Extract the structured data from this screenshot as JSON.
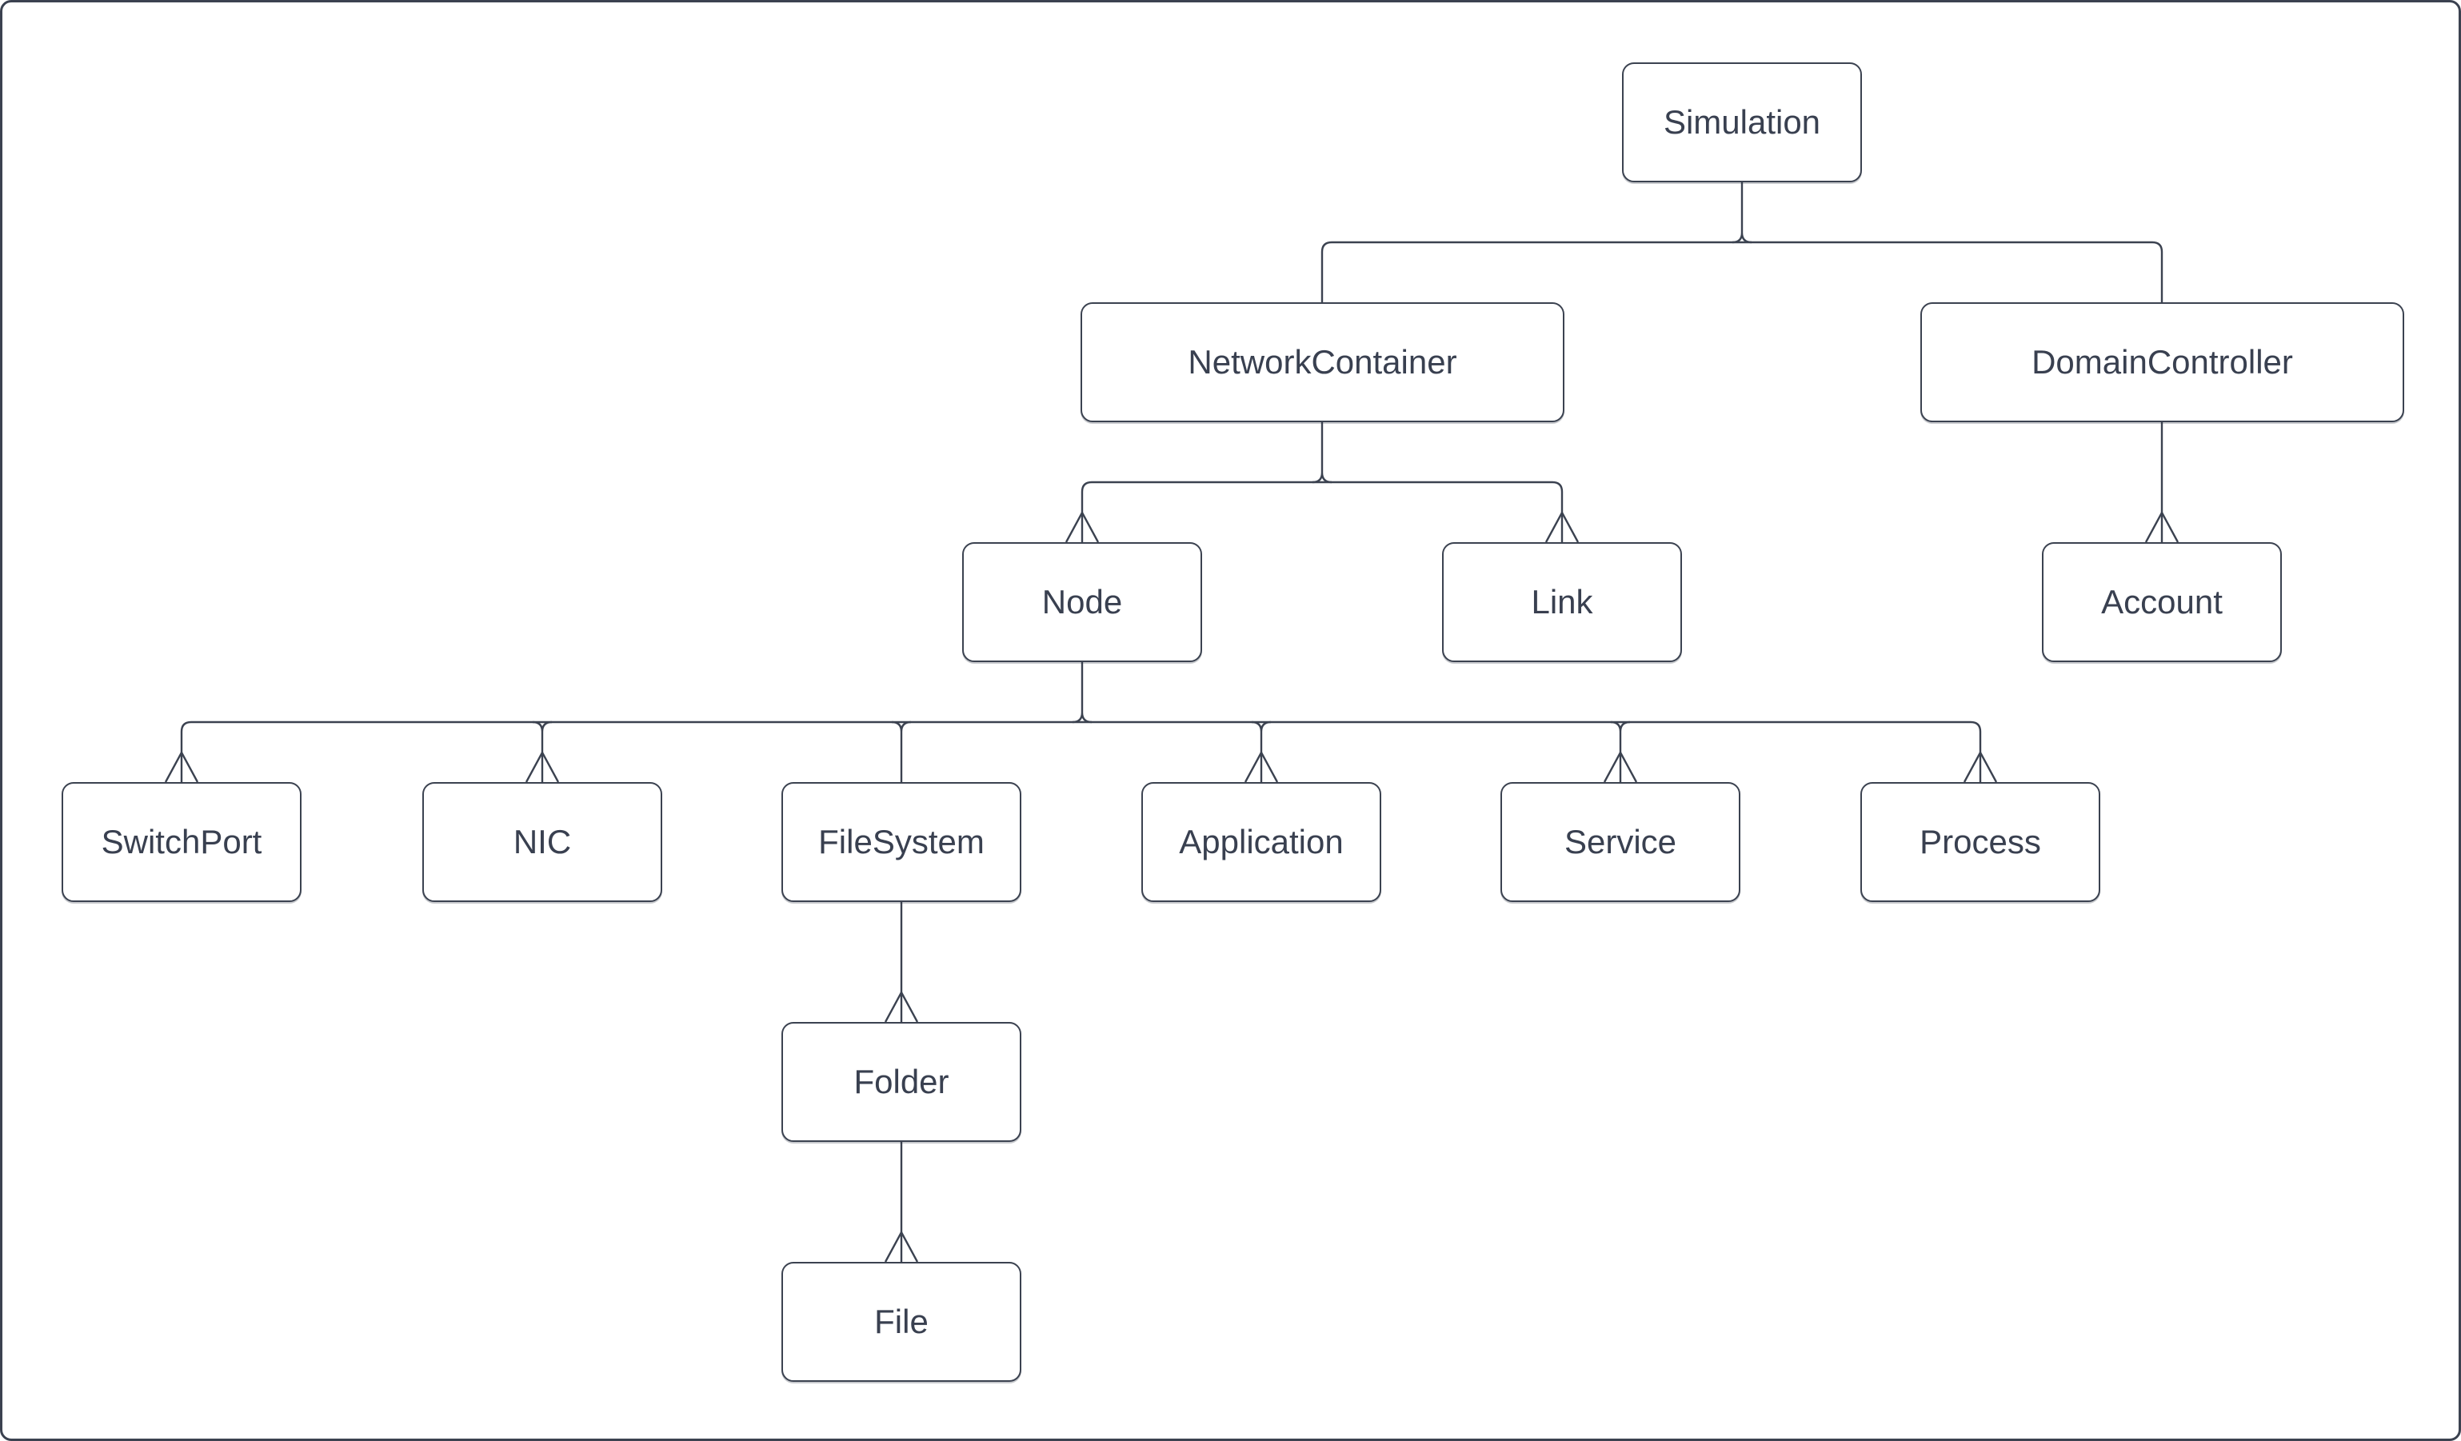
{
  "diagram": {
    "type": "hierarchy-tree",
    "nodes": {
      "simulation": {
        "label": "Simulation"
      },
      "network_container": {
        "label": "NetworkContainer"
      },
      "domain_controller": {
        "label": "DomainController"
      },
      "node": {
        "label": "Node"
      },
      "link": {
        "label": "Link"
      },
      "account": {
        "label": "Account"
      },
      "switch_port": {
        "label": "SwitchPort"
      },
      "nic": {
        "label": "NIC"
      },
      "file_system": {
        "label": "FileSystem"
      },
      "application": {
        "label": "Application"
      },
      "service": {
        "label": "Service"
      },
      "process": {
        "label": "Process"
      },
      "folder": {
        "label": "Folder"
      },
      "file": {
        "label": "File"
      }
    },
    "edges": [
      {
        "from": "Simulation",
        "to": "NetworkContainer",
        "arrowhead": false
      },
      {
        "from": "Simulation",
        "to": "DomainController",
        "arrowhead": false
      },
      {
        "from": "NetworkContainer",
        "to": "Node",
        "arrowhead": true
      },
      {
        "from": "NetworkContainer",
        "to": "Link",
        "arrowhead": true
      },
      {
        "from": "DomainController",
        "to": "Account",
        "arrowhead": true
      },
      {
        "from": "Node",
        "to": "SwitchPort",
        "arrowhead": true
      },
      {
        "from": "Node",
        "to": "NIC",
        "arrowhead": true
      },
      {
        "from": "Node",
        "to": "FileSystem",
        "arrowhead": false
      },
      {
        "from": "Node",
        "to": "Application",
        "arrowhead": true
      },
      {
        "from": "Node",
        "to": "Service",
        "arrowhead": true
      },
      {
        "from": "Node",
        "to": "Process",
        "arrowhead": true
      },
      {
        "from": "FileSystem",
        "to": "Folder",
        "arrowhead": true
      },
      {
        "from": "Folder",
        "to": "File",
        "arrowhead": true
      }
    ],
    "colors": {
      "stroke": "#3b4250",
      "text": "#394050",
      "background": "#ffffff"
    }
  }
}
